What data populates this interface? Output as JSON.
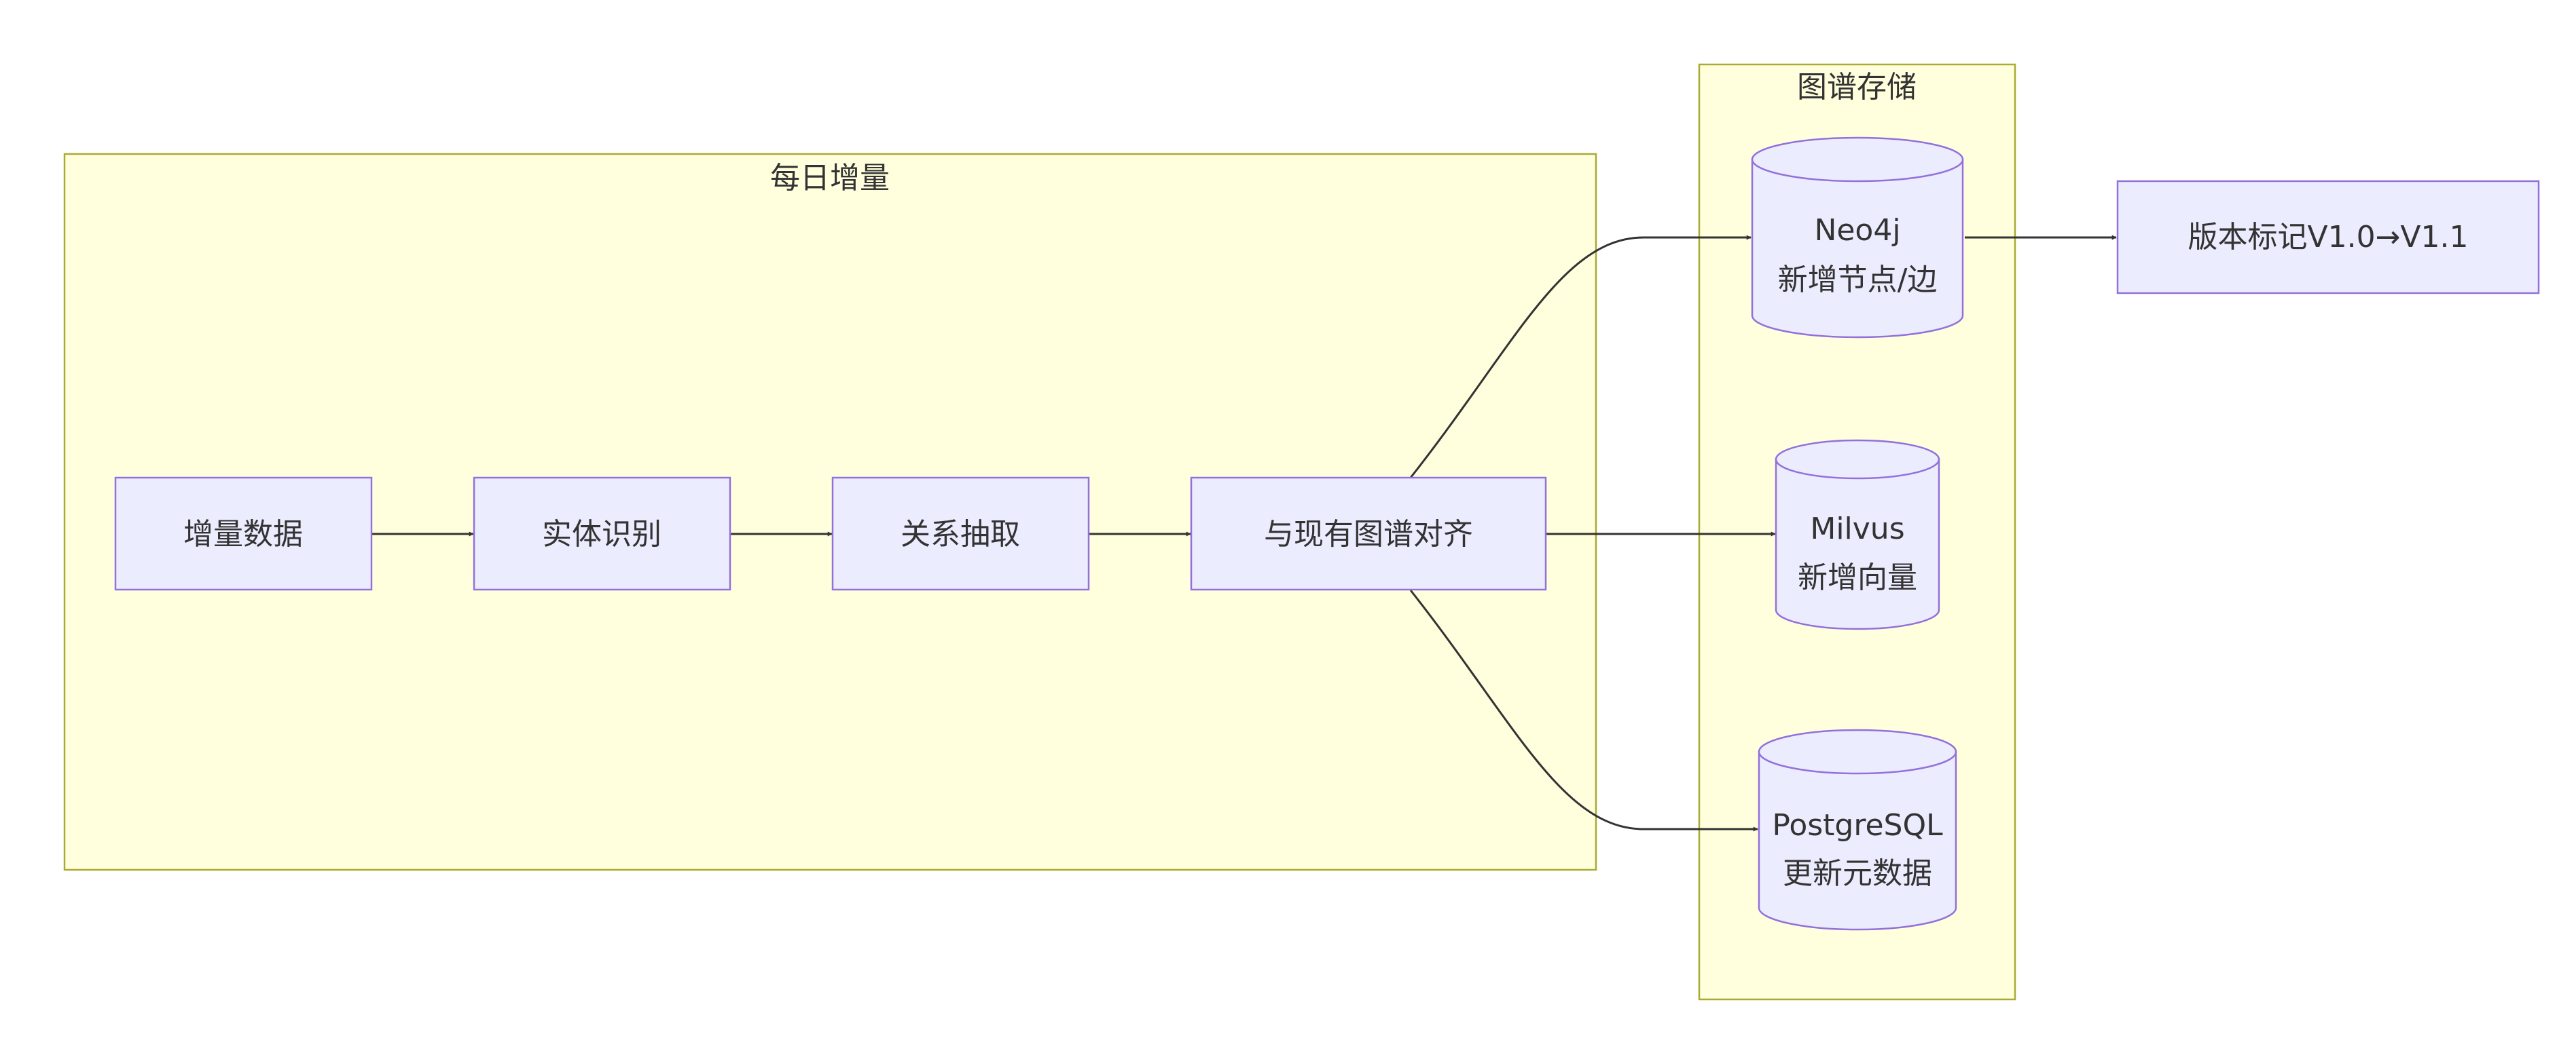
{
  "clusters": {
    "daily": {
      "title": "每日增量"
    },
    "storage": {
      "title": "图谱存储"
    }
  },
  "nodes": {
    "incremental_data": {
      "label": "增量数据"
    },
    "entity_recognition": {
      "label": "实体识别"
    },
    "relation_extraction": {
      "label": "关系抽取"
    },
    "align": {
      "label": "与现有图谱对齐"
    },
    "version": {
      "label": "版本标记V1.0→V1.1"
    }
  },
  "stores": {
    "neo4j": {
      "line1": "Neo4j",
      "line2": "新增节点/边"
    },
    "milvus": {
      "line1": "Milvus",
      "line2": "新增向量"
    },
    "postgres": {
      "line1": "PostgreSQL",
      "line2": "更新元数据"
    }
  },
  "colors": {
    "cluster_fill": "#ffffde",
    "cluster_stroke": "#aaaa33",
    "node_fill": "#ececff",
    "node_stroke": "#9370db",
    "edge": "#333333"
  }
}
